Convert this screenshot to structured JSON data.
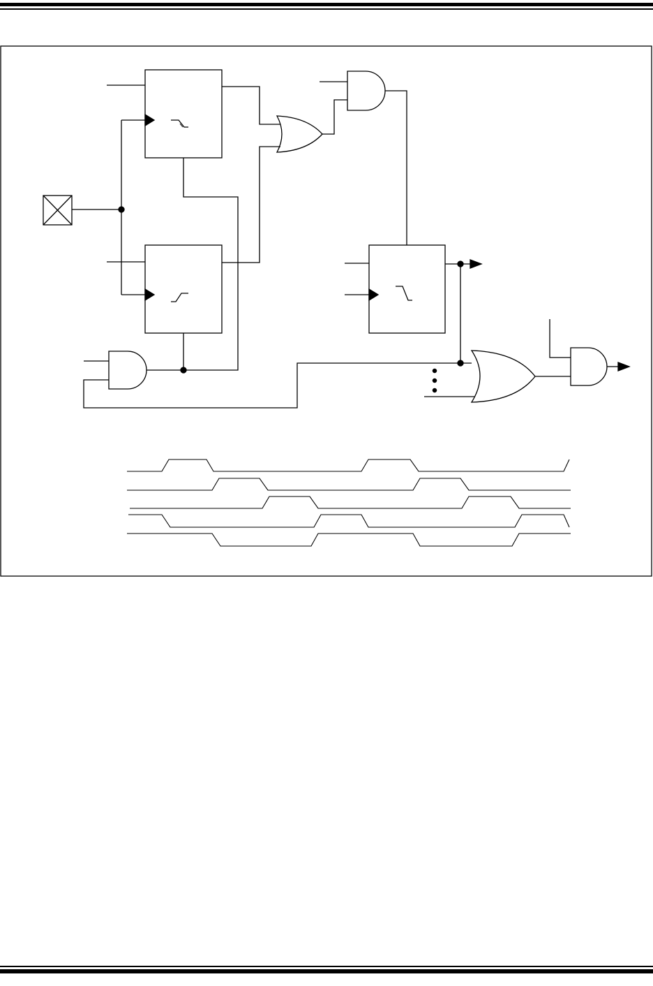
{
  "page": {
    "background": "#ffffff",
    "ink": "#000000"
  },
  "diagram": {
    "components": [
      {
        "kind": "d-flip-flop",
        "id": "ff1",
        "clock_edge": "falling"
      },
      {
        "kind": "d-flip-flop",
        "id": "ff2",
        "clock_edge": "rising"
      },
      {
        "kind": "d-flip-flop",
        "id": "ff3",
        "clock_edge": "falling"
      },
      {
        "kind": "and-gate",
        "id": "and-top"
      },
      {
        "kind": "and-gate",
        "id": "and-bottom-left"
      },
      {
        "kind": "and-gate",
        "id": "and-output"
      },
      {
        "kind": "or-gate",
        "id": "or-top"
      },
      {
        "kind": "or-gate",
        "id": "or-large"
      },
      {
        "kind": "input-pin",
        "id": "clock-pin",
        "icon": "boxed-x-icon"
      }
    ],
    "ellipsis_dots": 3,
    "timing_traces": 5
  }
}
